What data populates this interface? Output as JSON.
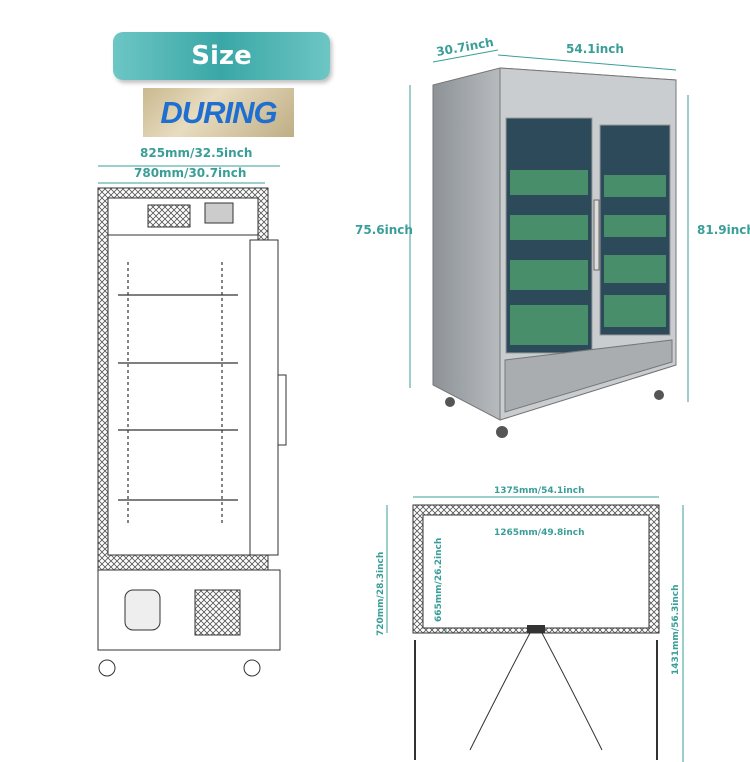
{
  "title": "Size",
  "logo_text": "DURING",
  "colors": {
    "accent": "#3a9e98",
    "logo_blue": "#1f6fd0"
  },
  "side_view": {
    "outer_width": "825mm/32.5inch",
    "inner_width": "780mm/30.7inch"
  },
  "product_photo": {
    "depth": "30.7inch",
    "width": "54.1inch",
    "body_height": "75.6inch",
    "total_height": "81.9inch"
  },
  "top_view": {
    "outer_width": "1375mm/54.1inch",
    "inner_width": "1265mm/49.8inch",
    "outer_depth": "720mm/28.3inch",
    "inner_depth": "665mm/26.2inch",
    "door_open_depth": "1431mm/56.3inch"
  }
}
